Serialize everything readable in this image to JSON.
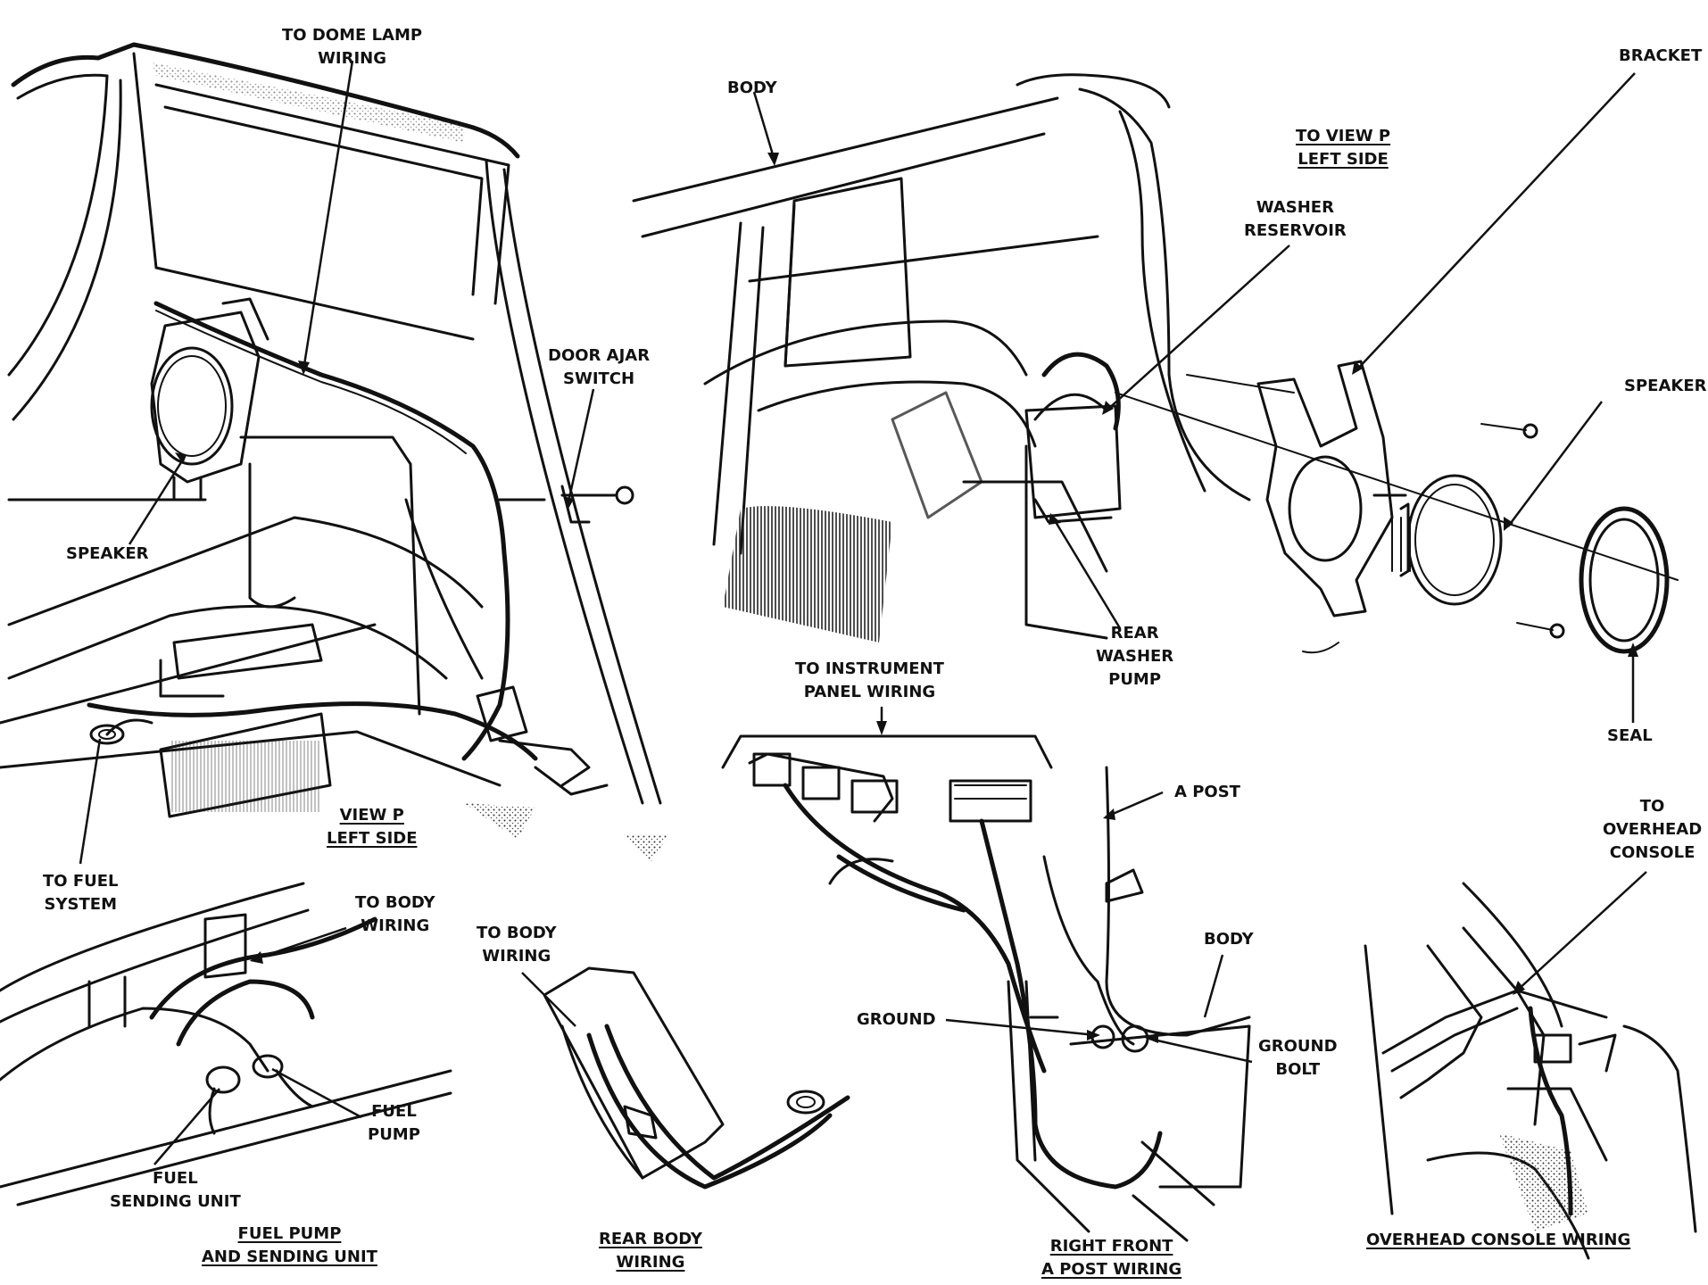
{
  "labels": {
    "to_dome_lamp_wiring": [
      "TO DOME LAMP",
      "WIRING"
    ],
    "door_ajar_switch": [
      "DOOR AJAR",
      "SWITCH"
    ],
    "speaker_left": [
      "SPEAKER"
    ],
    "to_fuel_system": [
      "TO FUEL",
      "SYSTEM"
    ],
    "view_p_left_side": [
      "VIEW P",
      "LEFT SIDE"
    ],
    "body_top": [
      "BODY"
    ],
    "to_view_p_left_side": [
      "TO VIEW P",
      "LEFT SIDE"
    ],
    "bracket": [
      "BRACKET"
    ],
    "washer_reservoir": [
      "WASHER",
      "RESERVOIR"
    ],
    "speaker_right": [
      "SPEAKER"
    ],
    "rear_washer_pump": [
      "REAR",
      "WASHER",
      "PUMP"
    ],
    "seal": [
      "SEAL"
    ],
    "to_instrument_panel_wiring": [
      "TO INSTRUMENT",
      "PANEL WIRING"
    ],
    "a_post": [
      "A POST"
    ],
    "to_overhead_console": [
      "TO",
      "OVERHEAD",
      "CONSOLE"
    ],
    "to_body_wiring_1": [
      "TO BODY",
      "WIRING"
    ],
    "to_body_wiring_2": [
      "TO BODY",
      "WIRING"
    ],
    "fuel_pump": [
      "FUEL",
      "PUMP"
    ],
    "fuel_sending_unit": [
      "FUEL",
      "SENDING UNIT"
    ],
    "body_mid": [
      "BODY"
    ],
    "ground": [
      "GROUND"
    ],
    "ground_bolt": [
      "GROUND",
      "BOLT"
    ]
  },
  "captions": {
    "fuel_pump_and_sending_unit": [
      "FUEL PUMP",
      "AND SENDING UNIT"
    ],
    "rear_body_wiring": [
      "REAR BODY",
      "WIRING"
    ],
    "right_front_a_post_wiring": [
      "RIGHT FRONT",
      "A POST WIRING"
    ],
    "overhead_console_wiring": [
      "OVERHEAD CONSOLE WIRING"
    ]
  }
}
